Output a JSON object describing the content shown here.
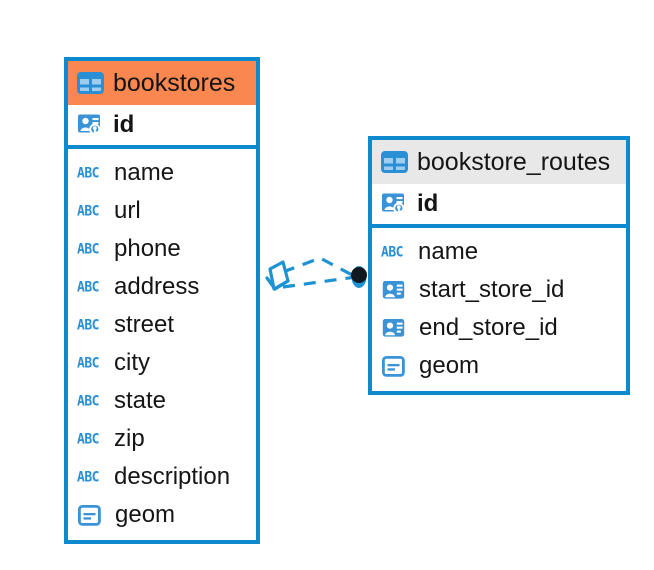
{
  "diagram": {
    "type": "entity-relationship-diagram",
    "background": "#ffffff",
    "accent_blue": "#0d8acd",
    "icon_blue": "#3a93d6",
    "header_orange": "#fa8650",
    "header_gray": "#e8e8e8",
    "text_color": "#151515"
  },
  "entities": [
    {
      "name": "bookstores",
      "header_style": "orange",
      "table_icon": "table-grid-icon",
      "primary_key": {
        "label": "id",
        "icon": "primary-key-card-icon"
      },
      "fields": [
        {
          "label": "name",
          "icon": "abc-text-icon",
          "type": "text"
        },
        {
          "label": "url",
          "icon": "abc-text-icon",
          "type": "text"
        },
        {
          "label": "phone",
          "icon": "abc-text-icon",
          "type": "text"
        },
        {
          "label": "address",
          "icon": "abc-text-icon",
          "type": "text"
        },
        {
          "label": "street",
          "icon": "abc-text-icon",
          "type": "text"
        },
        {
          "label": "city",
          "icon": "abc-text-icon",
          "type": "text"
        },
        {
          "label": "state",
          "icon": "abc-text-icon",
          "type": "text"
        },
        {
          "label": "zip",
          "icon": "abc-text-icon",
          "type": "text"
        },
        {
          "label": "description",
          "icon": "abc-text-icon",
          "type": "text"
        },
        {
          "label": "geom",
          "icon": "geometry-blob-icon",
          "type": "geometry"
        }
      ]
    },
    {
      "name": "bookstore_routes",
      "header_style": "gray",
      "table_icon": "table-grid-icon",
      "primary_key": {
        "label": "id",
        "icon": "primary-key-card-icon"
      },
      "fields": [
        {
          "label": "name",
          "icon": "abc-text-icon",
          "type": "text"
        },
        {
          "label": "start_store_id",
          "icon": "foreign-key-card-icon",
          "type": "reference"
        },
        {
          "label": "end_store_id",
          "icon": "foreign-key-card-icon",
          "type": "reference"
        },
        {
          "label": "geom",
          "icon": "geometry-blob-icon",
          "type": "geometry"
        }
      ]
    }
  ],
  "relationship": {
    "from_entity": "bookstores",
    "to_entity": "bookstore_routes",
    "line_style": "dashed",
    "color": "#1e93d4",
    "source_marker": "crows-foot-many",
    "target_marker": "filled-circle-one"
  },
  "abc_glyph": "ABC"
}
